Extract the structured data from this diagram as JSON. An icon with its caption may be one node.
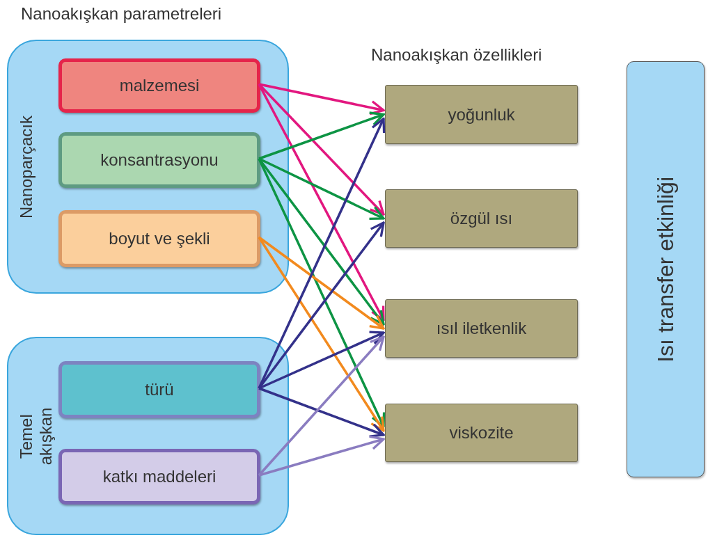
{
  "diagram": {
    "nodes": [
      {
        "text": [
          "Nanoparçacık"
        ]
      },
      {
        "text": [
          "malzemesi"
        ],
        "in": 0
      },
      {
        "text": [
          "konsantrasyonu"
        ],
        "in": 0
      },
      {
        "text": [
          "boyut ve şekli"
        ],
        "in": 0
      },
      {
        "text": [
          "Temel akışkan"
        ]
      },
      {
        "text": [
          "türü"
        ],
        "in": 4
      },
      {
        "text": [
          "katkı maddeleri"
        ],
        "in": 4
      },
      {
        "text": [
          "yoğunluk"
        ]
      },
      {
        "text": [
          "özgül ısı"
        ]
      },
      {
        "text": [
          "ısıl iletkenlik"
        ]
      },
      {
        "text": [
          "viskozite"
        ]
      },
      {
        "text": [
          "Isı transfer etkinliği"
        ]
      }
    ],
    "edges": [
      {
        "from": 1,
        "to": 7,
        "arrow": "to",
        "color": "#e2177f"
      },
      {
        "from": 1,
        "to": 8,
        "arrow": "to",
        "color": "#e2177f"
      },
      {
        "from": 1,
        "to": 9,
        "arrow": "to",
        "color": "#e2177f"
      },
      {
        "from": 2,
        "to": 7,
        "arrow": "to",
        "color": "#0d9444"
      },
      {
        "from": 2,
        "to": 8,
        "arrow": "to",
        "color": "#0d9444"
      },
      {
        "from": 2,
        "to": 9,
        "arrow": "to",
        "color": "#0d9444"
      },
      {
        "from": 2,
        "to": 10,
        "arrow": "to",
        "color": "#0d9444"
      },
      {
        "from": 3,
        "to": 9,
        "arrow": "to",
        "color": "#f28a1e"
      },
      {
        "from": 3,
        "to": 10,
        "arrow": "to",
        "color": "#f28a1e"
      },
      {
        "from": 5,
        "to": 7,
        "arrow": "to",
        "color": "#33318a"
      },
      {
        "from": 5,
        "to": 8,
        "arrow": "to",
        "color": "#33318a"
      },
      {
        "from": 5,
        "to": 9,
        "arrow": "to",
        "color": "#33318a"
      },
      {
        "from": 5,
        "to": 10,
        "arrow": "to",
        "color": "#33318a"
      },
      {
        "from": 6,
        "to": 9,
        "arrow": "to",
        "color": "#8a7cc0"
      },
      {
        "from": 6,
        "to": 10,
        "arrow": "to",
        "color": "#8a7cc0"
      }
    ],
    "labels": [
      "Nanoakışkan parametreleri",
      "Nanoakışkan özellikleri"
    ]
  }
}
